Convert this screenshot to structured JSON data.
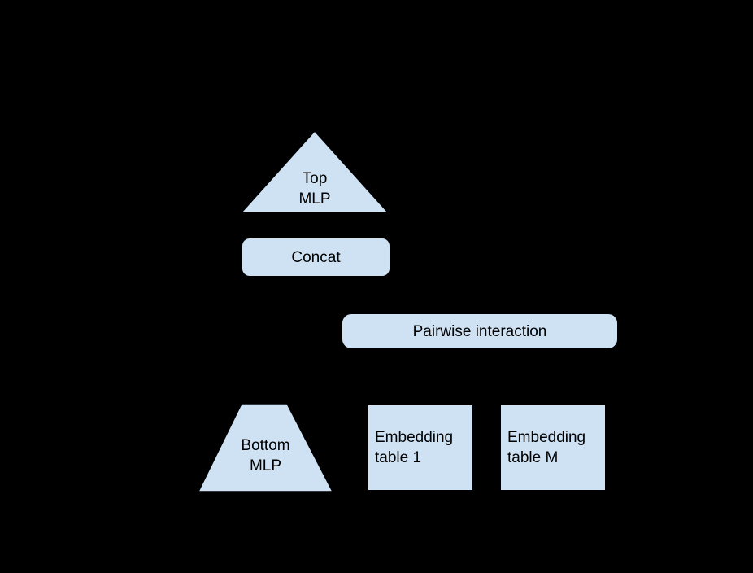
{
  "diagram": {
    "type": "architecture-diagram",
    "nodes": {
      "top_mlp": {
        "label": "Top\nMLP",
        "shape": "triangle"
      },
      "concat": {
        "label": "Concat",
        "shape": "rounded-rect"
      },
      "pairwise": {
        "label": "Pairwise interaction",
        "shape": "rounded-rect"
      },
      "bottom_mlp": {
        "label": "Bottom\nMLP",
        "shape": "trapezoid"
      },
      "embedding_1": {
        "label": "Embedding\ntable 1",
        "shape": "rect"
      },
      "embedding_m": {
        "label": "Embedding\ntable M",
        "shape": "rect"
      }
    },
    "colors": {
      "background": "#000000",
      "node_fill": "#cfe2f3",
      "node_stroke": "#000000",
      "text": "#000000"
    }
  }
}
